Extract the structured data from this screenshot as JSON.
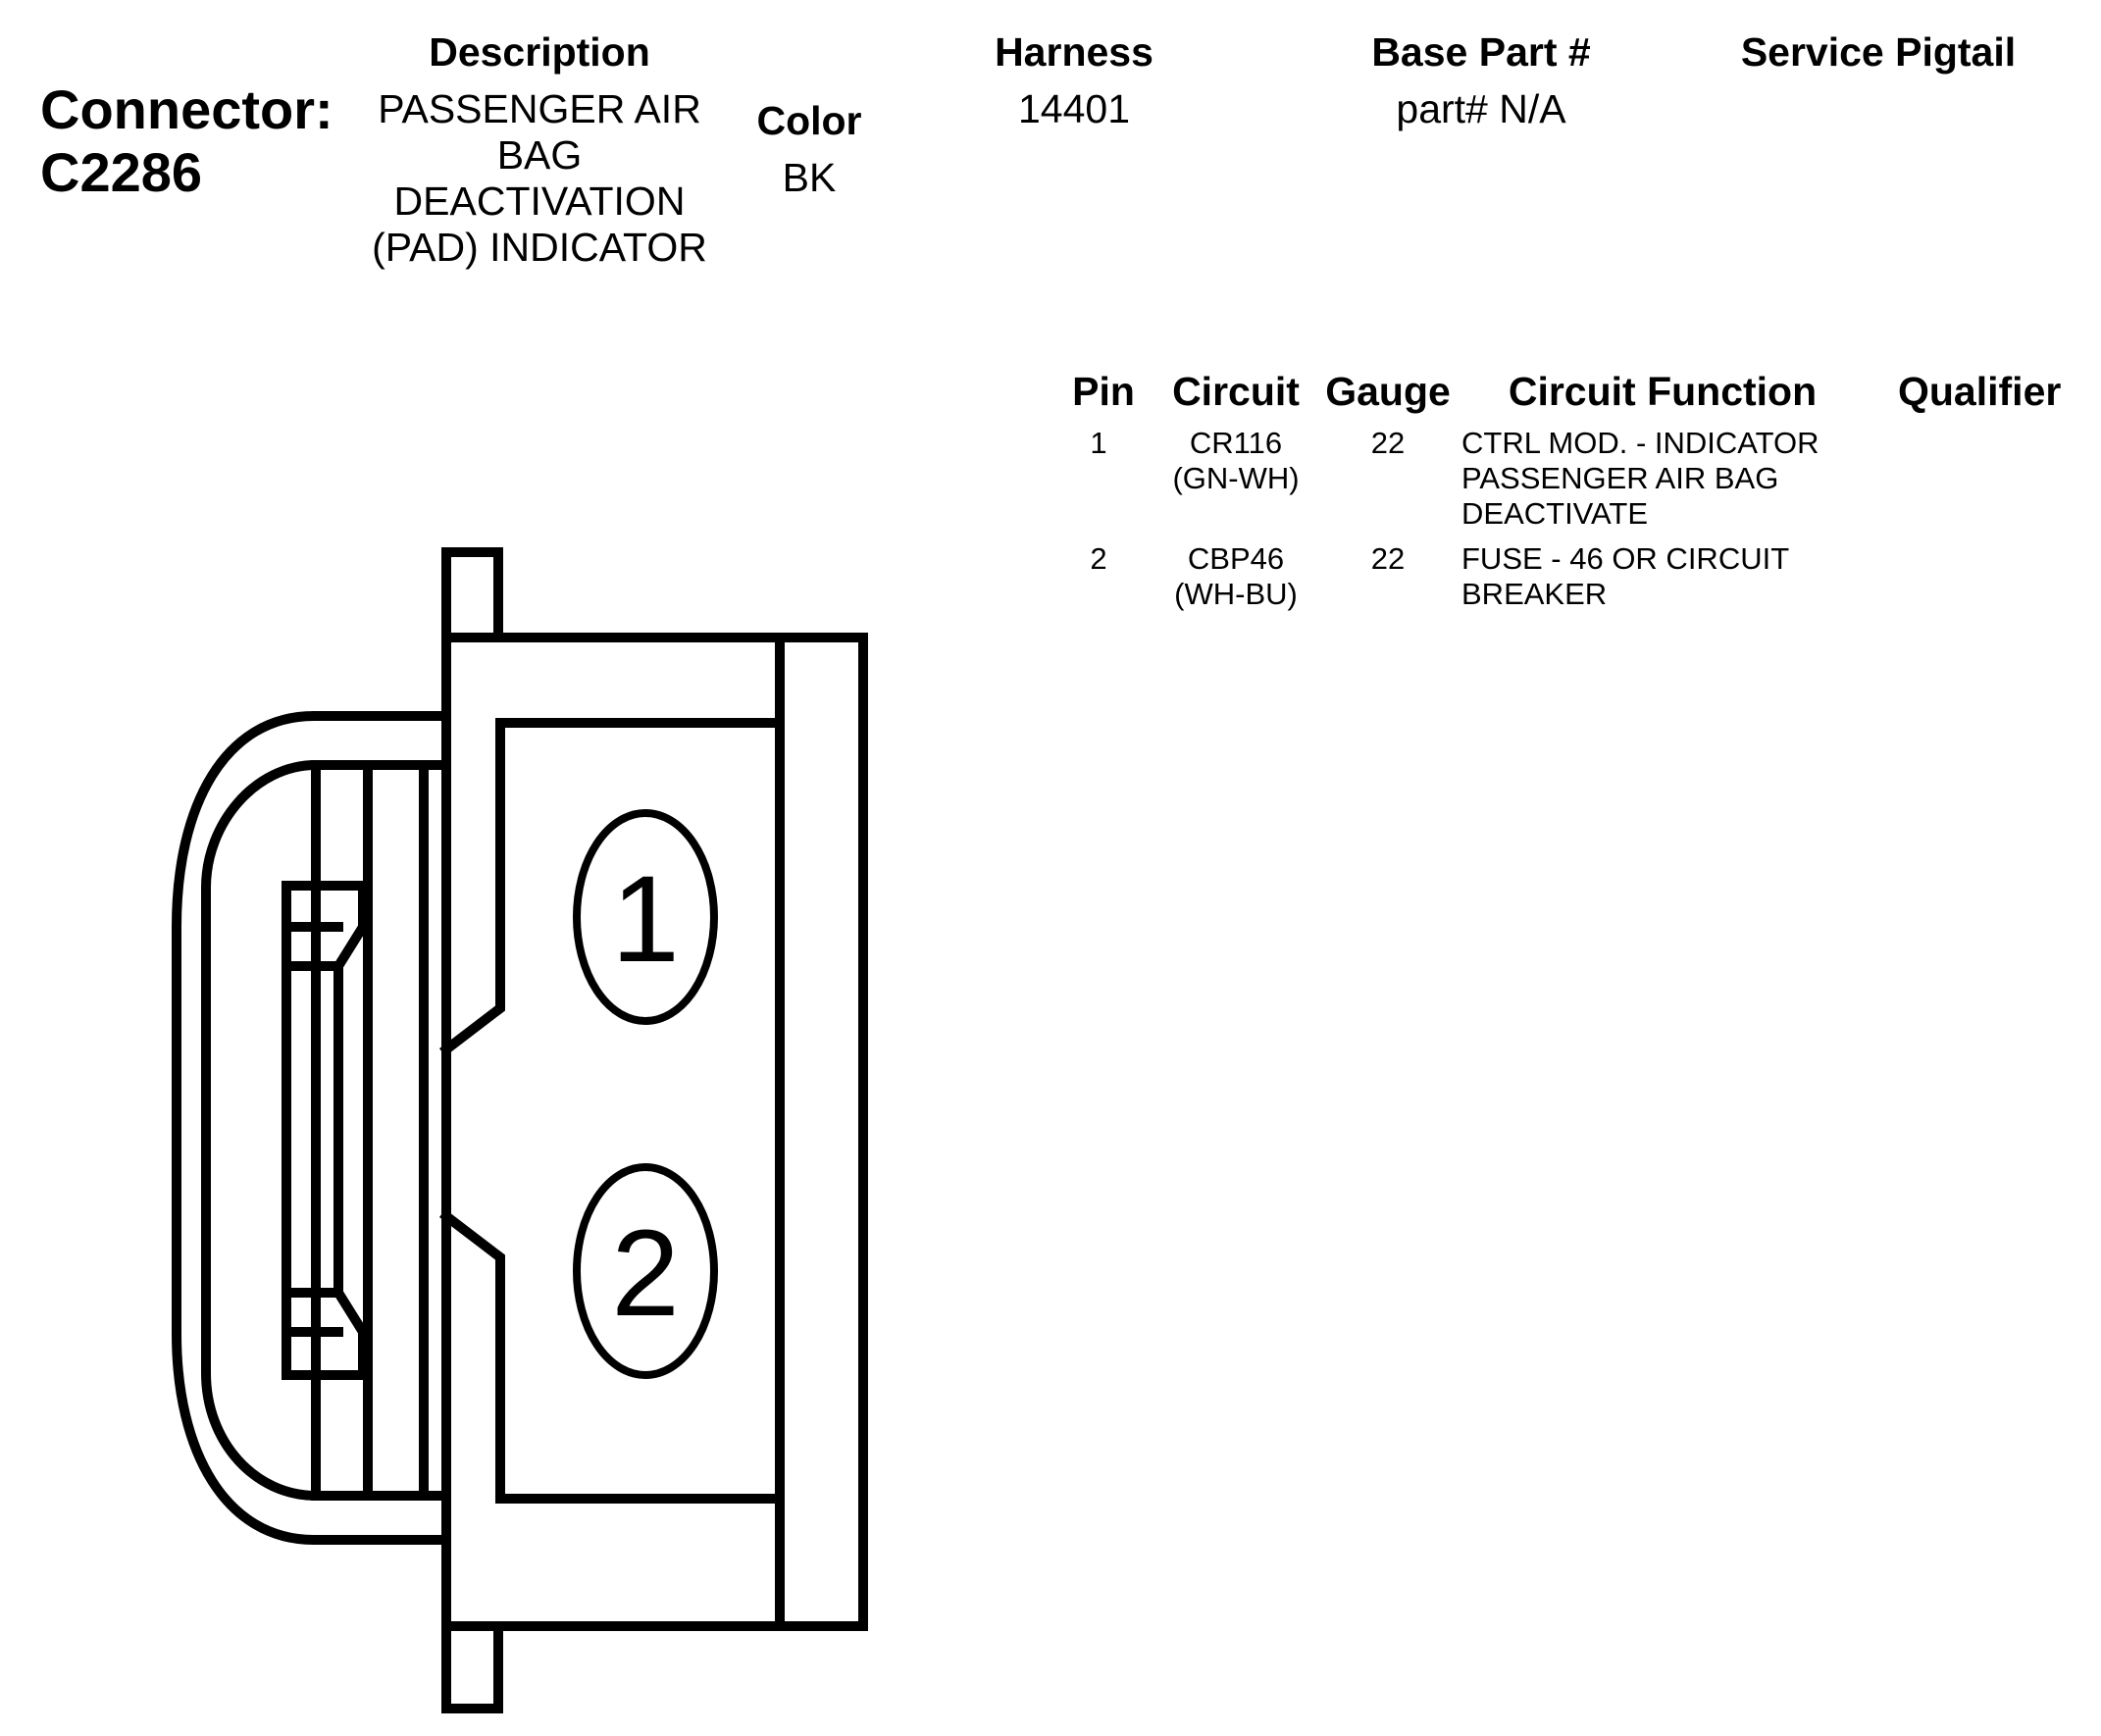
{
  "header": {
    "connector_label": "Connector:",
    "connector_id": "C2286",
    "description_label": "Description",
    "description_value": [
      "PASSENGER AIR",
      "BAG",
      "DEACTIVATION",
      "(PAD) INDICATOR"
    ],
    "color_label": "Color",
    "color_value": "BK",
    "harness_label": "Harness",
    "harness_value": "14401",
    "base_part_label": "Base Part #",
    "base_part_value": "part# N/A",
    "service_pigtail_label": "Service Pigtail"
  },
  "pin_table": {
    "columns": [
      "Pin",
      "Circuit",
      "Gauge",
      "Circuit Function",
      "Qualifier"
    ],
    "rows": [
      {
        "pin": "1",
        "circuit": [
          "CR116",
          "(GN-WH)"
        ],
        "gauge": "22",
        "function": [
          "CTRL MOD. - INDICATOR",
          "PASSENGER AIR BAG",
          "DEACTIVATE"
        ],
        "qualifier": ""
      },
      {
        "pin": "2",
        "circuit": [
          "CBP46",
          "(WH-BU)"
        ],
        "gauge": "22",
        "function": [
          "FUSE - 46 OR CIRCUIT",
          "BREAKER"
        ],
        "qualifier": ""
      }
    ]
  },
  "diagram": {
    "pin_labels": [
      "1",
      "2"
    ]
  }
}
